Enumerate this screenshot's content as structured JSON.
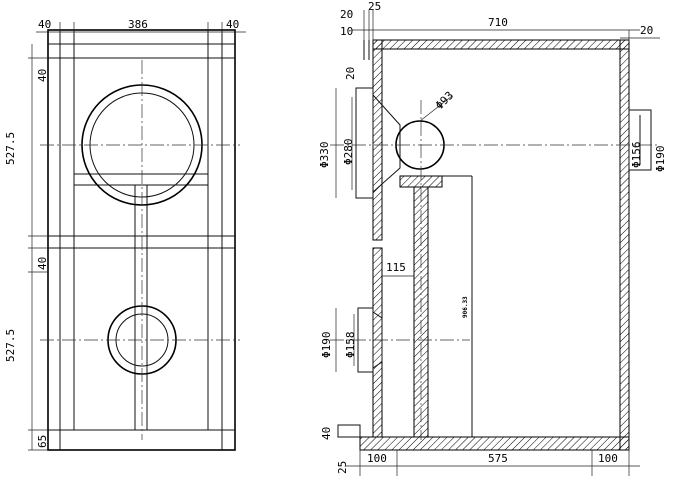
{
  "front_view": {
    "dim_top_left": "40",
    "dim_top_mid": "386",
    "dim_top_right": "40",
    "dim_left_40_a": "40",
    "dim_left_527_a": "527.5",
    "dim_left_40_b": "40",
    "dim_left_527_b": "527.5",
    "dim_left_65": "65"
  },
  "side_view": {
    "dim_top_20": "20",
    "dim_top_25": "25",
    "dim_top_10": "10",
    "dim_top_710": "710",
    "dim_top_20_right": "20",
    "dim_left_20": "20",
    "dim_330": "Φ330",
    "dim_280": "Φ280",
    "dim_93": "Φ93",
    "dim_156": "Φ156",
    "dim_190_right": "Φ190",
    "dim_115": "115",
    "dim_tube": "906.33",
    "dim_190_left": "Φ190",
    "dim_158": "Φ158",
    "dim_bottom_40": "40",
    "dim_bottom_25": "25",
    "dim_bottom_100_a": "100",
    "dim_bottom_575": "575",
    "dim_bottom_100_b": "100"
  }
}
